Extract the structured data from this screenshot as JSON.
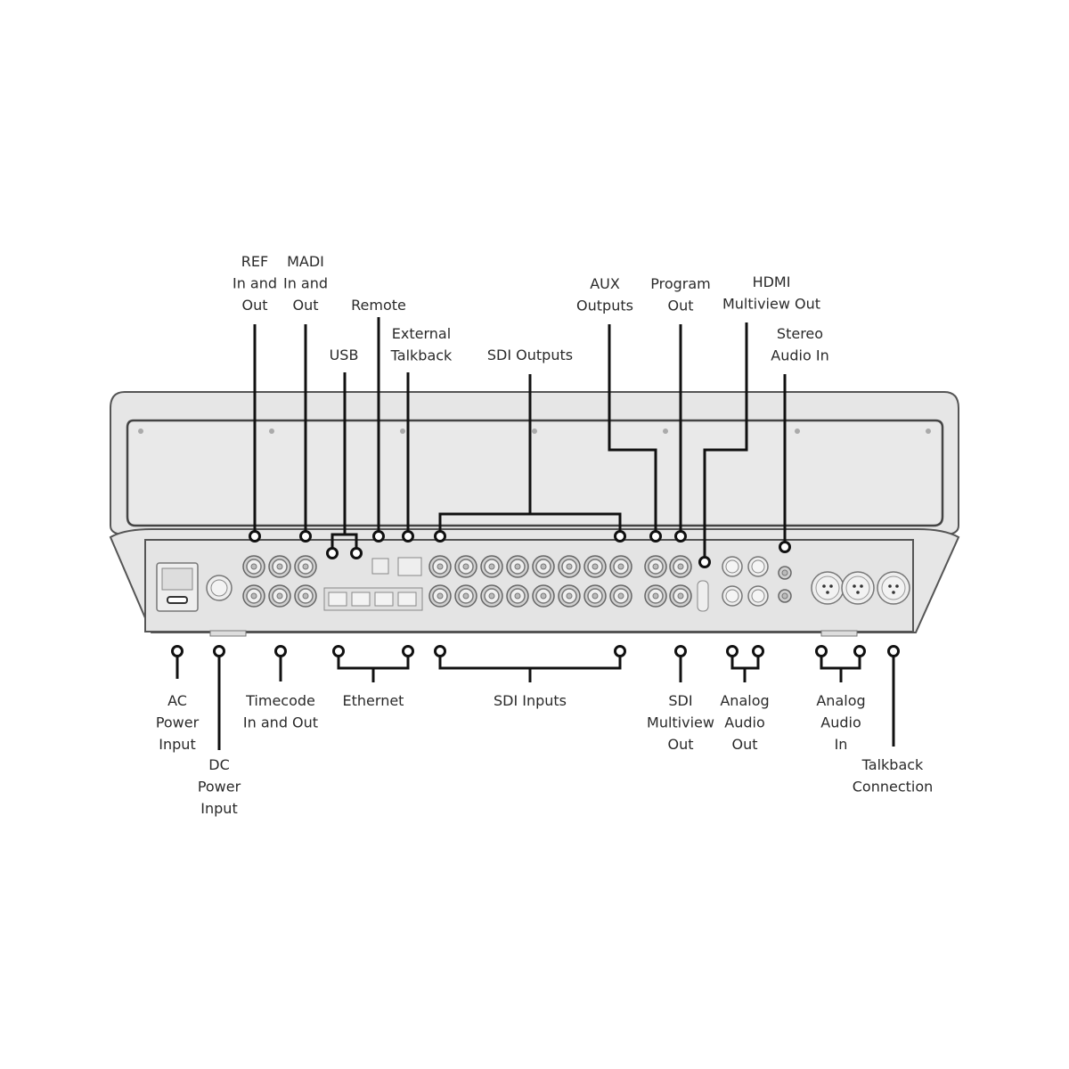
{
  "top_labels": {
    "ref": [
      "REF",
      "In and",
      "Out"
    ],
    "madi": [
      "MADI",
      "In and",
      "Out"
    ],
    "remote": [
      "Remote"
    ],
    "usb": [
      "USB"
    ],
    "external_talkback": [
      "External",
      "Talkback"
    ],
    "sdi_outputs": [
      "SDI Outputs"
    ],
    "aux_outputs": [
      "AUX",
      "Outputs"
    ],
    "program_out": [
      "Program",
      "Out"
    ],
    "hdmi_multiview_out": [
      "HDMI",
      "Multiview Out"
    ],
    "stereo_audio_in": [
      "Stereo",
      "Audio In"
    ]
  },
  "bottom_labels": {
    "ac_power_input": [
      "AC",
      "Power",
      "Input"
    ],
    "dc_power_input": [
      "DC",
      "Power",
      "Input"
    ],
    "timecode": [
      "Timecode",
      "In and Out"
    ],
    "ethernet": [
      "Ethernet"
    ],
    "sdi_inputs": [
      "SDI Inputs"
    ],
    "sdi_multiview_out": [
      "SDI",
      "Multiview",
      "Out"
    ],
    "analog_audio_out": [
      "Analog",
      "Audio",
      "Out"
    ],
    "analog_audio_in": [
      "Analog",
      "Audio",
      "In"
    ],
    "talkback_connection": [
      "Talkback",
      "Connection"
    ]
  }
}
